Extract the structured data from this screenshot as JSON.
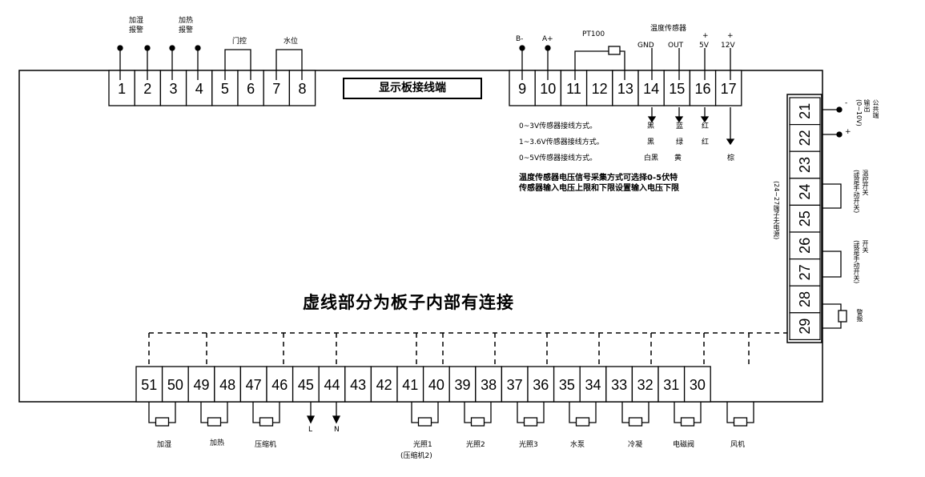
{
  "board_title": "显示板接线端",
  "internal_note": "虚线部分为板子内部有连接",
  "top_labels": {
    "humidify_alarm": "加湿\n报警",
    "heat_alarm": "加热\n报警",
    "door": "门控",
    "water": "水位",
    "b_minus": "B-",
    "a_plus": "A+",
    "pt100": "PT100",
    "sensor": "温度传感器",
    "gnd": "GND",
    "out": "OUT",
    "v5": "5V",
    "v12": "12V",
    "plus5": "+",
    "plus12": "+"
  },
  "sensor_wiring": [
    {
      "label": "0~3V传感器接线方式。",
      "c14": "黑",
      "c15": "蓝",
      "c16": "红",
      "c17": ""
    },
    {
      "label": "1~3.6V传感器接线方式。",
      "c14": "黑",
      "c15": "绿",
      "c16": "红",
      "c17": ""
    },
    {
      "label": "0~5V传感器接线方式。",
      "c14": "白黑",
      "c15": "黄",
      "c16": "",
      "c17": "棕"
    }
  ],
  "hatch_note": {
    "line1": "温度传感器电压信号采集方式可选择0-5伏特",
    "line2": "传感器输入电压上限和下限设置输入电压下限"
  },
  "top_terminals": [
    "1",
    "2",
    "3",
    "4",
    "5",
    "6",
    "7",
    "8"
  ],
  "mid_terminals": [
    "9",
    "10",
    "11",
    "12",
    "13",
    "14",
    "15",
    "16",
    "17"
  ],
  "right_terminals": [
    "21",
    "22",
    "23",
    "24",
    "25",
    "26",
    "27",
    "28",
    "29"
  ],
  "bottom_terminals": [
    "51",
    "50",
    "49",
    "48",
    "47",
    "46",
    "45",
    "44",
    "43",
    "42",
    "41",
    "40",
    "39",
    "38",
    "37",
    "36",
    "35",
    "34",
    "33",
    "32",
    "31",
    "30"
  ],
  "right_labels": {
    "dc_minus": "-",
    "dc_plus": "+",
    "dc_out": "公共端\n输出\n(0~10V)",
    "t24_25": "温控开关\n(或是手动开关)",
    "t26_27": "开关\n(或是手动开关)",
    "t28_29": "警报",
    "dry_contact": "(24~27端子无电源)"
  },
  "bottom_labels": {
    "humidify": "加湿",
    "heat": "加热",
    "compressor": "压缩机",
    "L": "L",
    "N": "N",
    "light1": "光照1",
    "light1_sub": "(压缩机2)",
    "light2": "光照2",
    "light3": "光照3",
    "pump": "水泵",
    "cool": "冷凝",
    "valve": "电磁阀",
    "fan": "风机"
  }
}
